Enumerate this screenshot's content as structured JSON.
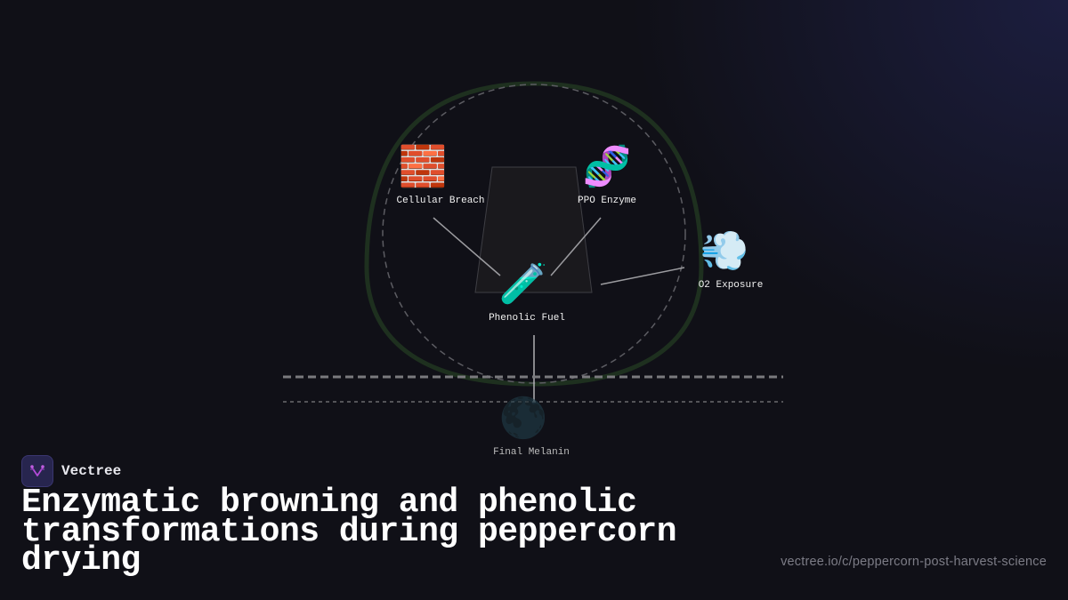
{
  "diagram": {
    "nodes": [
      {
        "id": "cellular-breach",
        "label": "Cellular Breach",
        "icon": "brick-icon",
        "glyph": "🧱"
      },
      {
        "id": "ppo-enzyme",
        "label": "PPO Enzyme",
        "icon": "dna-icon",
        "glyph": "🧬"
      },
      {
        "id": "o2-exposure",
        "label": "O2 Exposure",
        "icon": "wind-puff-icon",
        "glyph": "💨"
      },
      {
        "id": "phenolic-fuel",
        "label": "Phenolic Fuel",
        "icon": "test-tube-icon",
        "glyph": "🧪"
      },
      {
        "id": "final-melanin",
        "label": "Final Melanin",
        "icon": "new-moon-icon",
        "glyph": "🌑"
      }
    ],
    "edges": [
      {
        "from": "cellular-breach",
        "to": "phenolic-fuel"
      },
      {
        "from": "ppo-enzyme",
        "to": "phenolic-fuel"
      },
      {
        "from": "o2-exposure",
        "to": "phenolic-fuel"
      },
      {
        "from": "phenolic-fuel",
        "to": "final-melanin"
      }
    ],
    "colors": {
      "outer_ring": "#1d2f1f",
      "inner_ring": "#5a5a60",
      "connector": "#9a9a9e",
      "dashed_line": "#7a7a7e"
    }
  },
  "brand": {
    "name": "Vectree",
    "accent": "#b44bd9"
  },
  "title": "Enzymatic browning and phenolic transformations during peppercorn drying",
  "url": "vectree.io/c/peppercorn-post-harvest-science"
}
